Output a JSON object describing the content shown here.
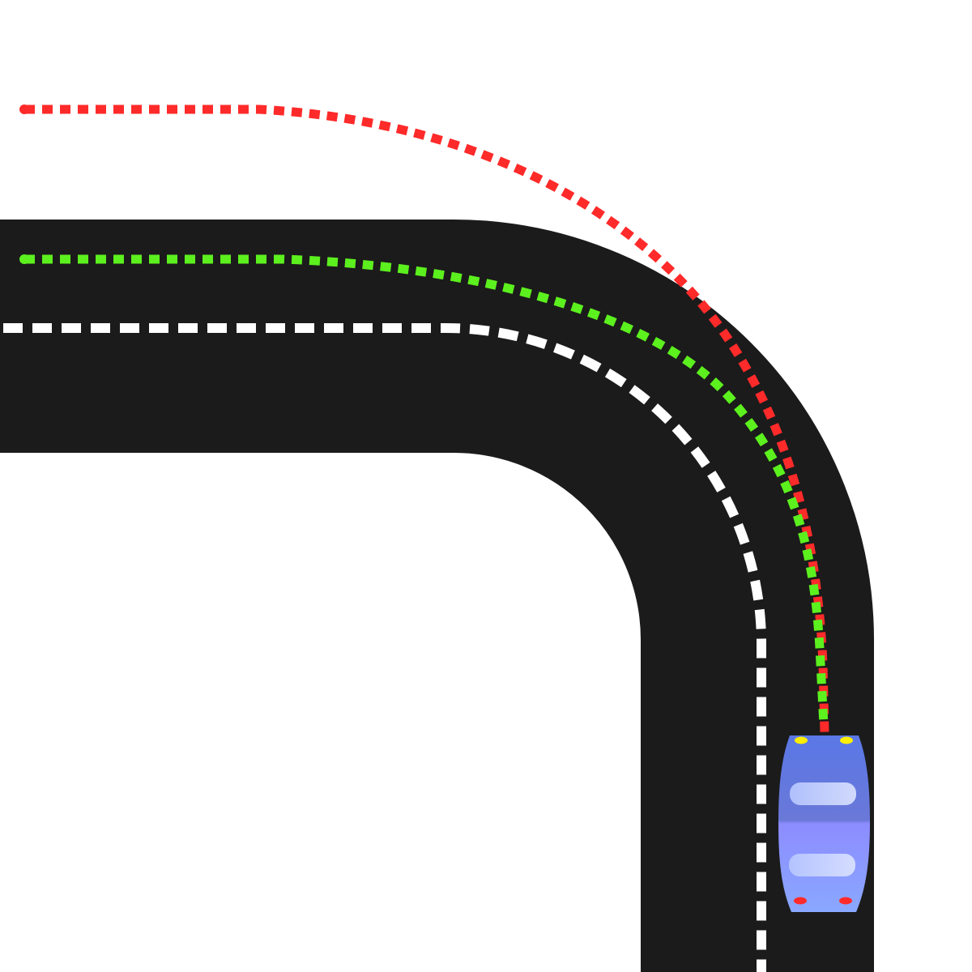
{
  "colors": {
    "background": "#ffffff",
    "road": "#1b1b1b",
    "center_line": "#ffffff",
    "path_red": "#ff2a2a",
    "path_green": "#5cf01e",
    "car_body_top": "#5a78e6",
    "car_body_bottom": "#8c8cff",
    "car_window": "#cfd9ff",
    "headlight": "#ffee00",
    "taillight": "#ff2a2a"
  },
  "road": {
    "shape": "right-angle curve",
    "direction": "left-to-down"
  },
  "paths": [
    {
      "id": "red-path",
      "color_key": "path_red",
      "style": "dotted"
    },
    {
      "id": "green-path",
      "color_key": "path_green",
      "style": "dotted"
    }
  ],
  "car": {
    "icon": "car-top-view-icon",
    "heading": "up"
  }
}
